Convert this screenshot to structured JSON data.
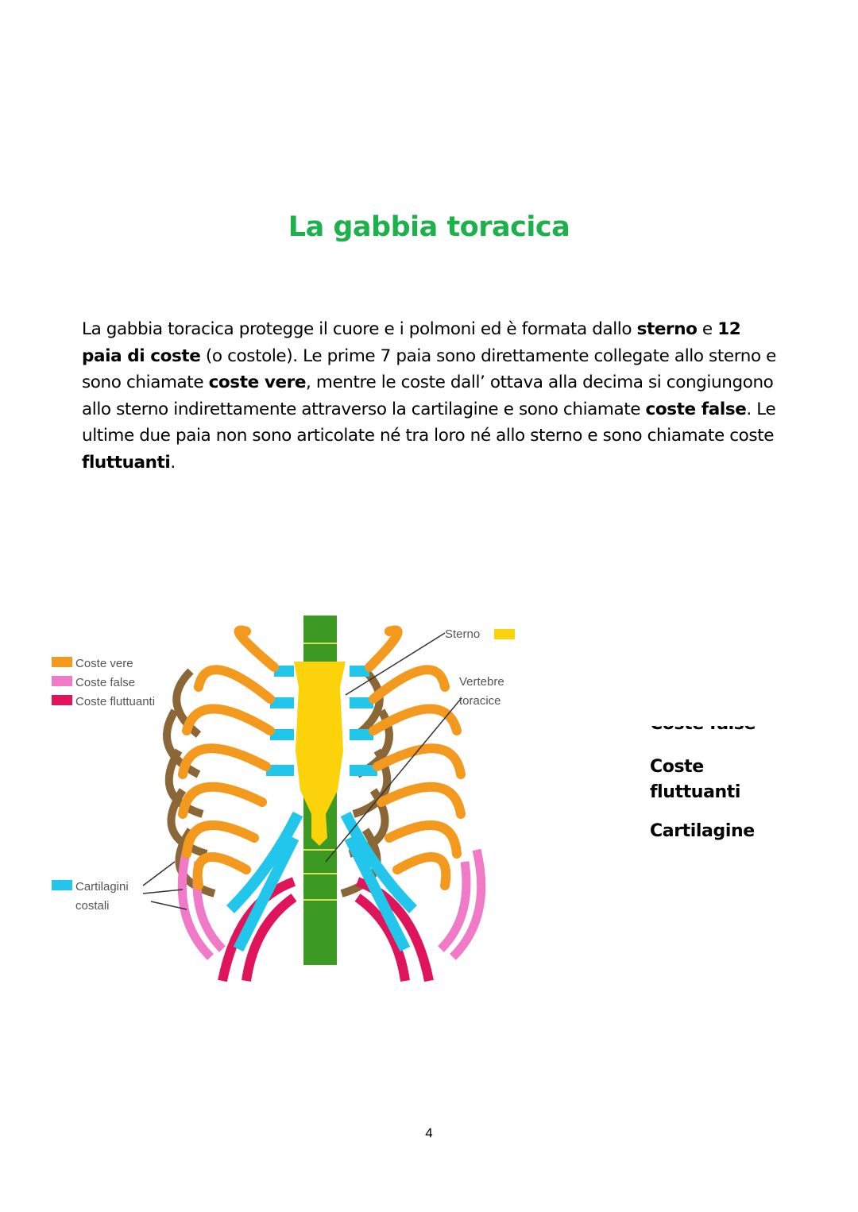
{
  "title": "La gabbia toracica",
  "paragraph": [
    {
      "text": "La gabbia toracica protegge il cuore e i polmoni ed è formata dallo ",
      "bold": false
    },
    {
      "text": "sterno",
      "bold": true
    },
    {
      "text": " e ",
      "bold": false
    },
    {
      "text": "12 paia di coste",
      "bold": true
    },
    {
      "text": " (o costole). Le prime 7 paia sono direttamente collegate allo sterno e sono chiamate ",
      "bold": false
    },
    {
      "text": "coste vere",
      "bold": true
    },
    {
      "text": ", mentre le coste dall’ ottava alla decima si congiungono allo sterno indirettamente attraverso la cartilagine e sono chiamate ",
      "bold": false
    },
    {
      "text": "coste false",
      "bold": true
    },
    {
      "text": ". Le ultime due paia non sono articolate né tra loro né allo sterno e sono chiamate coste ",
      "bold": false
    },
    {
      "text": "fluttuanti",
      "bold": true
    },
    {
      "text": ".",
      "bold": false
    }
  ],
  "diagram": {
    "legend": [
      {
        "label": "Coste vere",
        "color": "#f39a1e"
      },
      {
        "label": "Coste false",
        "color": "#f07ac8"
      },
      {
        "label": "Coste fluttuanti",
        "color": "#e0145a"
      }
    ],
    "labels": {
      "sterno": "Sterno",
      "vertebre_1": "Vertebre",
      "vertebre_2": "toracice",
      "cartilagini_1": "Cartilagini",
      "cartilagini_2": "costali"
    },
    "colors": {
      "sterno": "#fcd20a",
      "vertebre": "#3c9a22",
      "cartilagini": "#22c6ea",
      "posterior": "#8b6636"
    }
  },
  "side_labels": {
    "clipped": "Coste false",
    "fluttuanti_1": "Coste",
    "fluttuanti_2": "fluttuanti",
    "cartilagine": "Cartilagine"
  },
  "page_number": "4"
}
